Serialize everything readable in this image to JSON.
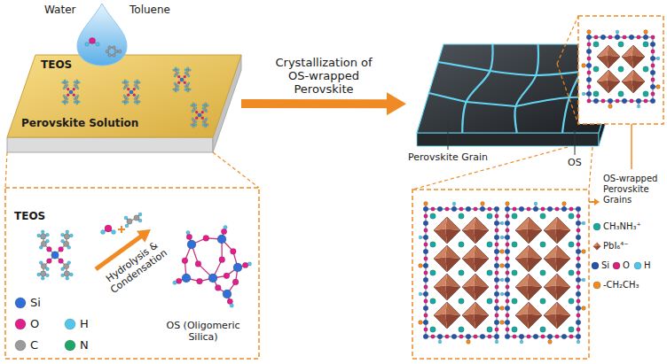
{
  "diagram": {
    "nodes": [
      {
        "text": [
          "Perovskite Solution"
        ]
      },
      {
        "text": [
          "Perovskite Grain",
          "OS"
        ]
      },
      {
        "text": [
          "TEOS"
        ]
      },
      {
        "text": [
          "OS (Oligomeric Silica)"
        ]
      }
    ],
    "edges": [
      {
        "from": 0,
        "to": 1,
        "label": "Crystallization of OS-wrapped Perovskite",
        "arrow": "to"
      },
      {
        "from": 2,
        "to": 3,
        "label": "Hydrolysis & Condensation",
        "arrow": "to"
      }
    ],
    "labels": [
      "Water",
      "Toluene",
      "TEOS",
      "OS-wrapped Perovskite Grains"
    ],
    "legend": [
      {
        "text": "Si",
        "color": "#2f6fd6"
      },
      {
        "text": "O",
        "color": "#e0208a"
      },
      {
        "text": "H",
        "color": "#52c5ea"
      },
      {
        "text": "C",
        "color": "#9b9b9b"
      },
      {
        "text": "N",
        "color": "#1fa56a"
      },
      {
        "text": "CH₃NH₃⁺",
        "color": "#19a89c"
      },
      {
        "text": "PbI₆⁴⁻"
      },
      {
        "text": "Si",
        "color": "#2553a8"
      },
      {
        "text": "O",
        "color": "#d4237a"
      },
      {
        "text": "H",
        "color": "#52c5ea"
      },
      {
        "text": "-CH₂CH₃",
        "color": "#f08a1c"
      }
    ]
  }
}
